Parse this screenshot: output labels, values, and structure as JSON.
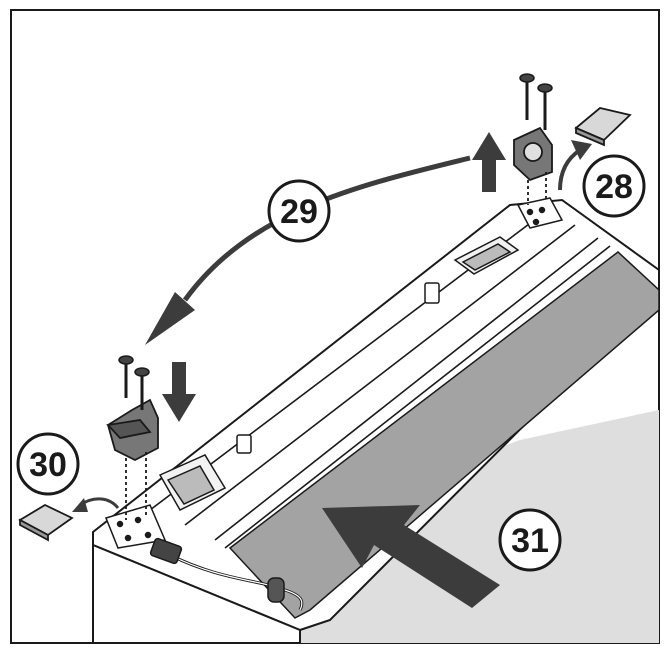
{
  "steps": {
    "s28": "28",
    "s29": "29",
    "s30": "30",
    "s31": "31"
  },
  "colors": {
    "outline": "#1a1a1a",
    "arrow": "#3c3c3c",
    "panel_fill": "#a3a3a3",
    "floor_fill": "#dedede",
    "part_fill": "#777777",
    "background": "#ffffff"
  }
}
